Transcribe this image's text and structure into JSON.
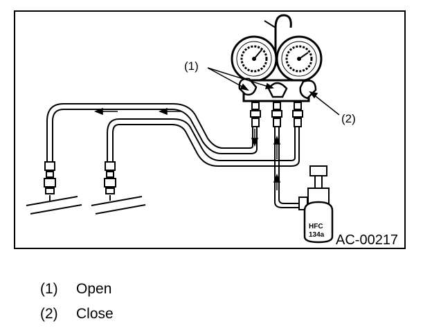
{
  "figure": {
    "code": "AC-00217",
    "can_label_line1": "HFC",
    "can_label_line2": "134a"
  },
  "callouts": [
    {
      "num": "(1)",
      "meaning": "Open"
    },
    {
      "num": "(2)",
      "meaning": "Close"
    }
  ],
  "icons": {
    "gauge": "pressure-gauge-icon",
    "valve": "valve-knob-icon",
    "can": "refrigerant-can-icon",
    "arrow": "flow-arrow-icon"
  }
}
